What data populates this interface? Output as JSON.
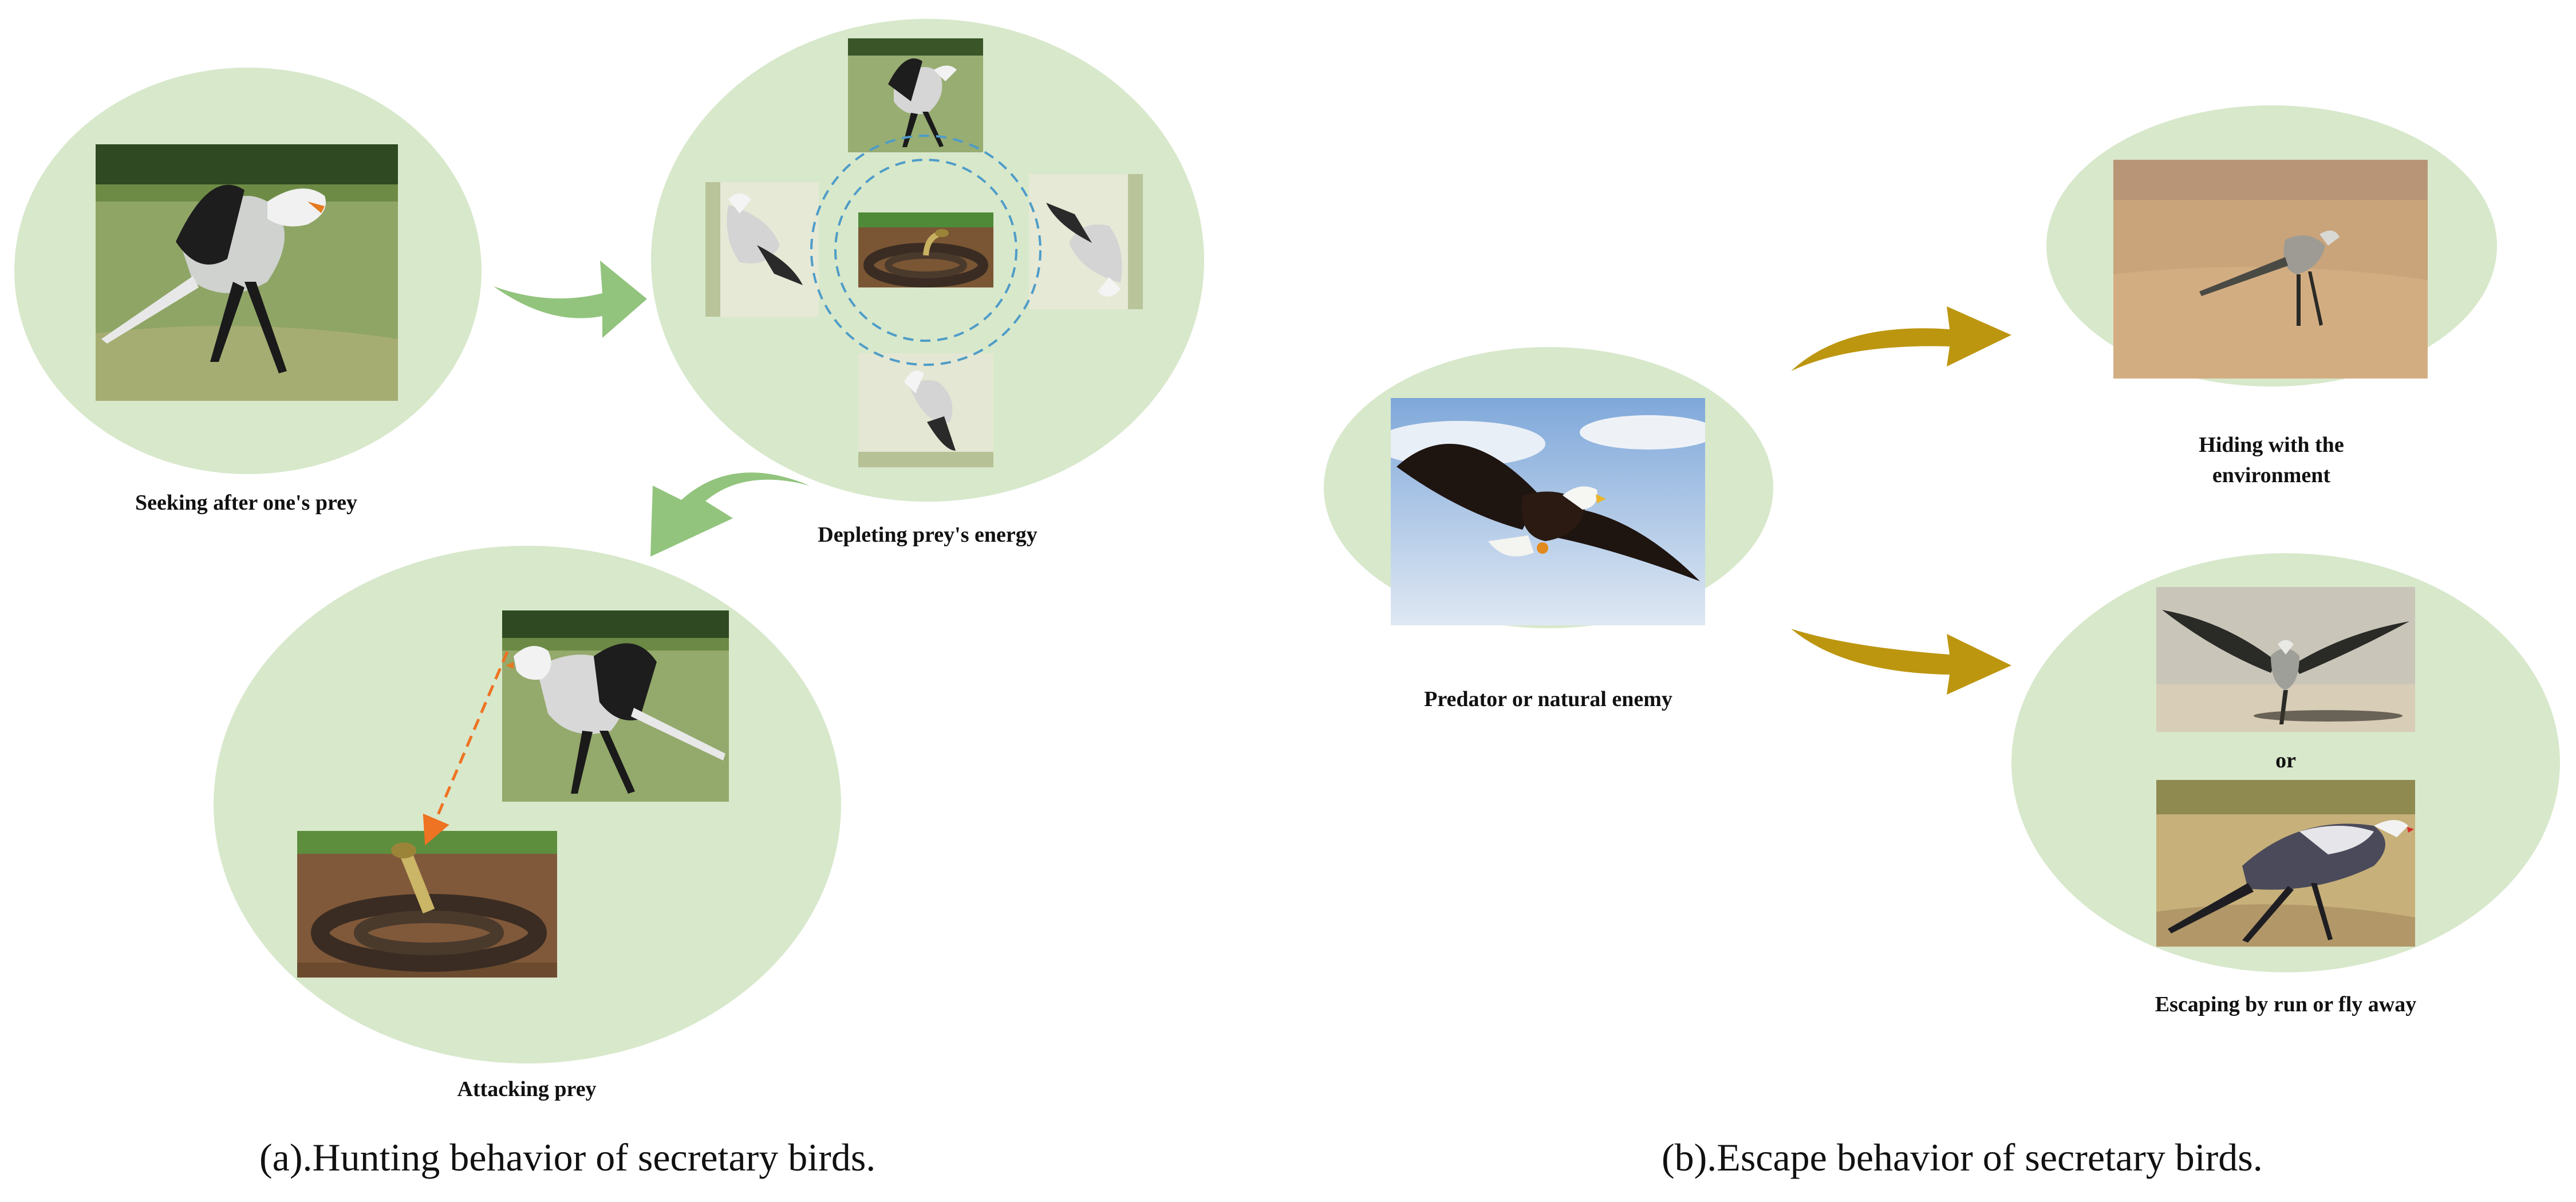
{
  "panel_a": {
    "step_seek": "Seeking after one's prey",
    "step_deplete": "Depleting prey's energy",
    "step_attack": "Attacking prey",
    "caption": "(a).Hunting behavior of secretary birds."
  },
  "panel_b": {
    "predator": "Predator or natural enemy",
    "hide_line1": "Hiding with the",
    "hide_line2": "environment",
    "or_text": "or",
    "escape": "Escaping by run or fly away",
    "caption": "(b).Escape behavior of secretary birds."
  },
  "colors": {
    "ellipse_fill": "#d8e8cb",
    "hunting_arrow": "#92c47d",
    "escape_arrow": "#bd9610",
    "attack_line": "#ee7322",
    "circle_dash": "#4e9cc8"
  },
  "photos": {
    "secretary_bird": "secretary-bird-photo",
    "snake": "snake-photo",
    "eagle": "bald-eagle-photo",
    "grass": "dry-grass-photo"
  }
}
